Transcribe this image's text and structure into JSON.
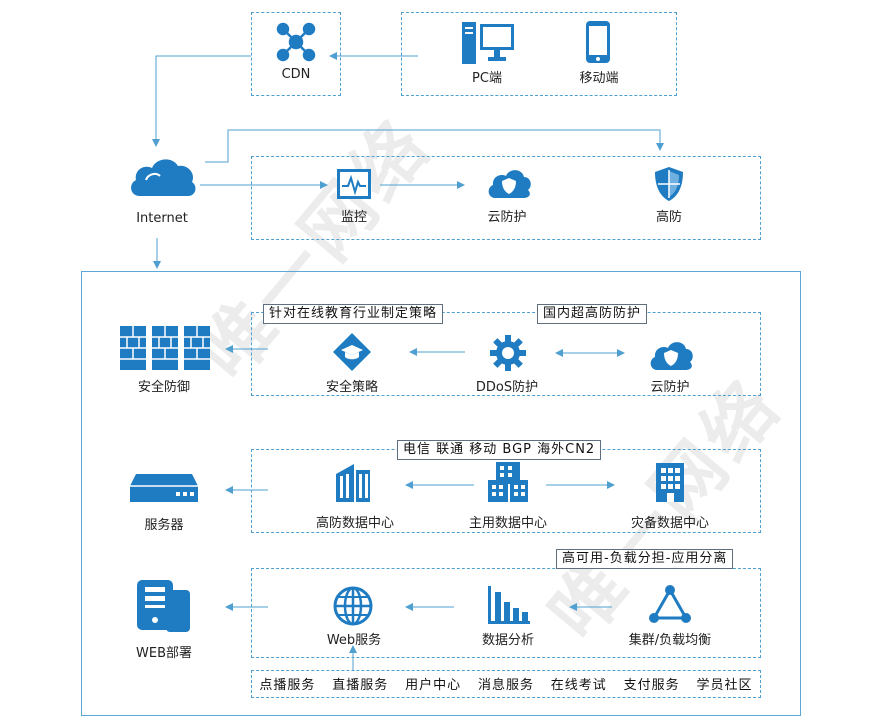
{
  "colors": {
    "icon": "#1f7cc2",
    "line": "#4f9fd0",
    "tag_border": "#5f6f80"
  },
  "watermark": "唯一网络",
  "top": {
    "cdn": {
      "label": "CDN",
      "icon": "network-hub-icon"
    },
    "pc": {
      "label": "PC端",
      "icon": "desktop-computer-icon"
    },
    "mobile": {
      "label": "移动端",
      "icon": "mobile-phone-icon"
    }
  },
  "internet": {
    "label": "Internet",
    "icon": "cloud-icon"
  },
  "protect_row": {
    "monitor": {
      "label": "监控",
      "icon": "monitor-icon"
    },
    "cloud_protect": {
      "label": "云防护",
      "icon": "shield-cloud-icon"
    },
    "high_protect": {
      "label": "高防",
      "icon": "shield-icon"
    }
  },
  "security": {
    "tag_strategy": "针对在线教育行业制定策略",
    "tag_domestic": "国内超高防防护",
    "defense": {
      "label": "安全防御",
      "icon": "firewall-icon"
    },
    "strategy": {
      "label": "安全策略",
      "icon": "graduation-cap-icon"
    },
    "ddos": {
      "label": "DDoS防护",
      "icon": "gear-icon"
    },
    "cloud_protect": {
      "label": "云防护",
      "icon": "shield-cloud-icon"
    }
  },
  "datacenter": {
    "tag_carriers": "电信 联通 移动 BGP 海外CN2",
    "server": {
      "label": "服务器",
      "icon": "server-icon"
    },
    "high_dc": {
      "label": "高防数据中心",
      "icon": "building-icon"
    },
    "main_dc": {
      "label": "主用数据中心",
      "icon": "buildings-icon"
    },
    "backup_dc": {
      "label": "灾备数据中心",
      "icon": "building-icon"
    }
  },
  "web": {
    "tag_ha": "高可用-负载分担-应用分离",
    "deploy": {
      "label": "WEB部署",
      "icon": "server-tower-icon"
    },
    "service": {
      "label": "Web服务",
      "icon": "globe-icon"
    },
    "analysis": {
      "label": "数据分析",
      "icon": "bar-chart-icon"
    },
    "cluster": {
      "label": "集群/负载均衡",
      "icon": "triangle-network-icon"
    }
  },
  "services": [
    "点播服务",
    "直播服务",
    "用户中心",
    "消息服务",
    "在线考试",
    "支付服务",
    "学员社区"
  ]
}
